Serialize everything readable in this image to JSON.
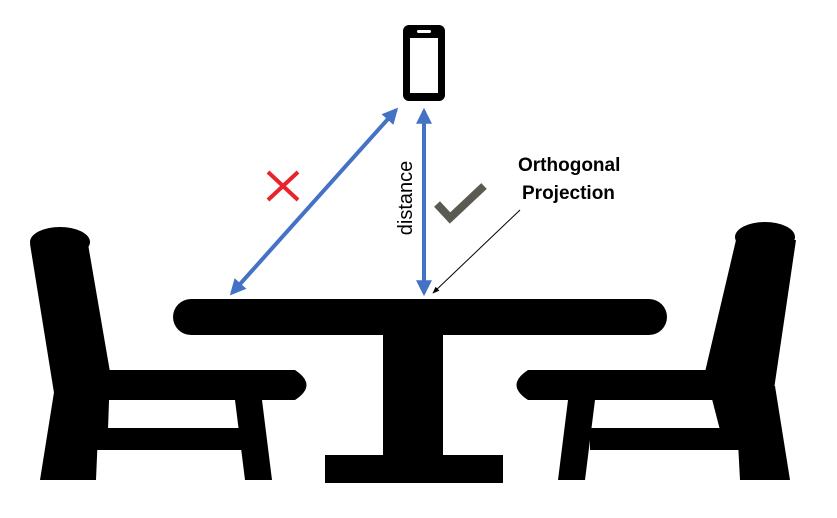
{
  "labels": {
    "distance": "distance",
    "annotation_line1": "Orthogonal",
    "annotation_line2": "Projection"
  },
  "marks": {
    "wrong_symbol": "✕",
    "right_symbol": "✓"
  },
  "colors": {
    "arrow": "#4472c4",
    "wrong": "#e8232a",
    "right": "#5a5a52",
    "silhouette": "#000000",
    "phone_screen": "#ffffff"
  },
  "icons": {
    "device": "smartphone-icon",
    "wrong": "cross-mark-icon",
    "right": "check-mark-icon"
  }
}
